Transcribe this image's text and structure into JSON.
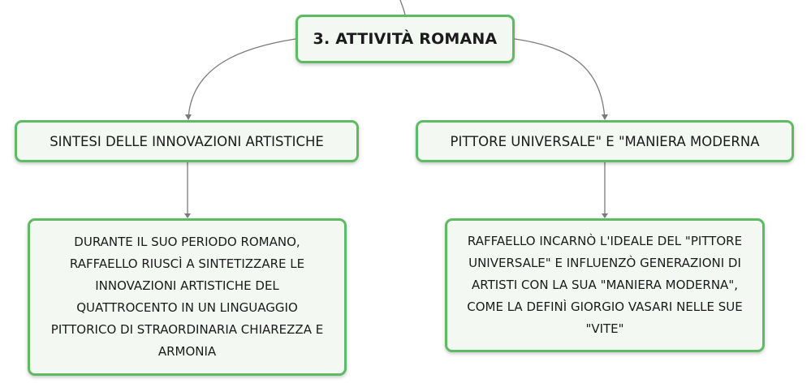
{
  "root": {
    "label": "3. ATTIVITÀ ROMANA"
  },
  "branches": [
    {
      "topic": "SINTESI DELLE INNOVAZIONI ARTISTICHE",
      "note_lines": [
        "DURANTE IL SUO PERIODO ROMANO,",
        "RAFFAELLO RIUSCÌ A SINTETIZZARE LE",
        "INNOVAZIONI ARTISTICHE DEL",
        "QUATTROCENTO IN UN LINGUAGGIO",
        "PITTORICO DI STRAORDINARIA CHIAREZZA E",
        "ARMONIA"
      ]
    },
    {
      "topic": "PITTORE UNIVERSALE\" E \"MANIERA MODERNA",
      "note_lines": [
        "RAFFAELLO INCARNÒ L'IDEALE DEL \"PITTORE",
        "UNIVERSALE\" E INFLUENZÒ GENERAZIONI DI",
        "ARTISTI CON LA SUA \"MANIERA MODERNA\",",
        "COME LA DEFINÌ GIORGIO VASARI NELLE SUE",
        "\"VITE\""
      ]
    }
  ],
  "colors": {
    "border": "#5dbb63",
    "fill": "#f3f8f3",
    "connector": "#7a7a7a"
  }
}
